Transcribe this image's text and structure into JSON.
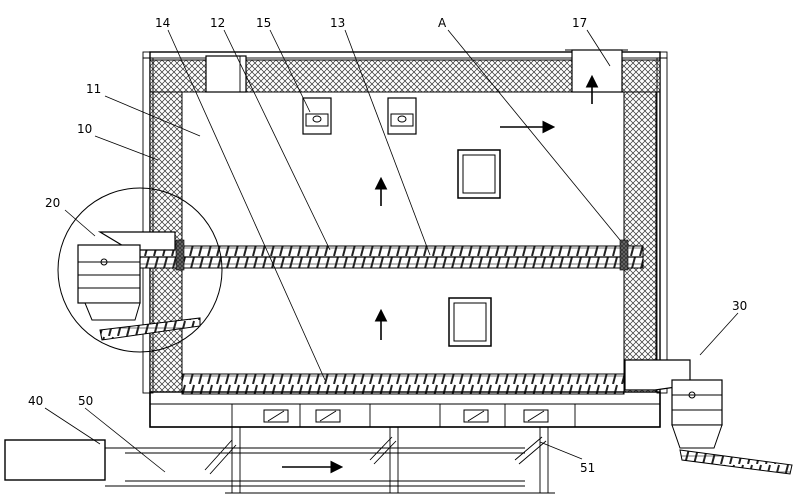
{
  "callouts": [
    {
      "id": "c40",
      "text": "40"
    },
    {
      "id": "c50",
      "text": "50"
    },
    {
      "id": "c20",
      "text": "20"
    },
    {
      "id": "c10",
      "text": "10"
    },
    {
      "id": "c11",
      "text": "11"
    },
    {
      "id": "c14",
      "text": "14"
    },
    {
      "id": "c12",
      "text": "12"
    },
    {
      "id": "c15",
      "text": "15"
    },
    {
      "id": "c13",
      "text": "13"
    },
    {
      "id": "cA",
      "text": "A"
    },
    {
      "id": "c17",
      "text": "17"
    },
    {
      "id": "c30",
      "text": "30"
    },
    {
      "id": "c51",
      "text": "51"
    }
  ],
  "colors": {
    "line": "#000000",
    "background": "#ffffff",
    "hatch": "#333333"
  }
}
